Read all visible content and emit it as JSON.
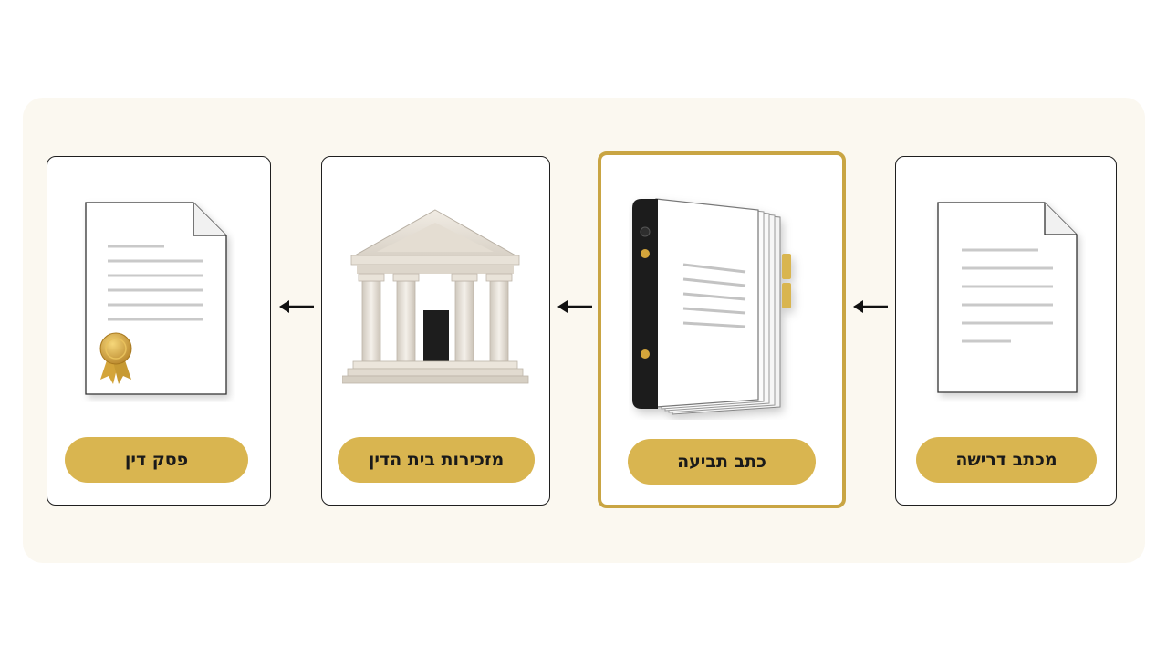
{
  "steps": [
    {
      "label": "מכתב דרישה",
      "icon": "document-icon"
    },
    {
      "label": "כתב תביעה",
      "icon": "binder-icon",
      "highlighted": true
    },
    {
      "label": "מזכירות בית הדין",
      "icon": "courthouse-icon"
    },
    {
      "label": "פסק דין",
      "icon": "certificate-icon"
    }
  ],
  "flow_direction": "right-to-left",
  "colors": {
    "accent_gold": "#d9b550",
    "highlight_border": "#c9a543",
    "background_panel": "#fbf8f0"
  }
}
